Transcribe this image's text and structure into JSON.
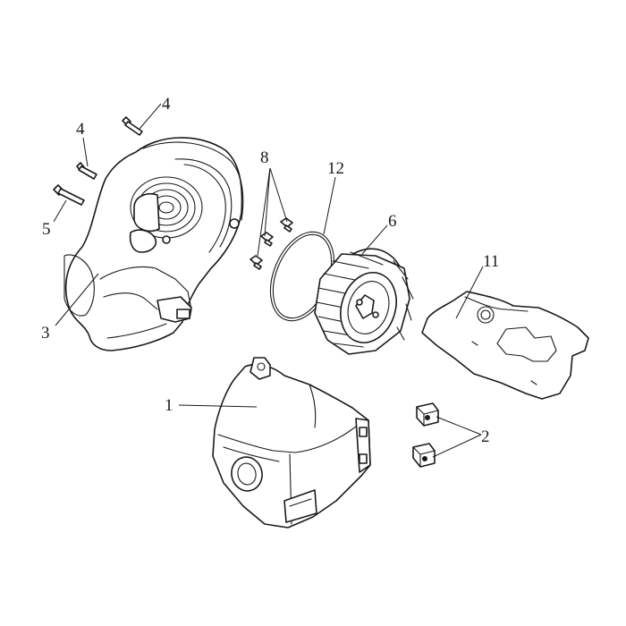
{
  "callouts": {
    "c1": "1",
    "c2": "2",
    "c3": "3",
    "c4a": "4",
    "c4b": "4",
    "c5": "5",
    "c6": "6",
    "c8": "8",
    "c11": "11",
    "c12": "12"
  },
  "colors": {
    "line": "#1a1a1a",
    "background": "#ffffff"
  }
}
